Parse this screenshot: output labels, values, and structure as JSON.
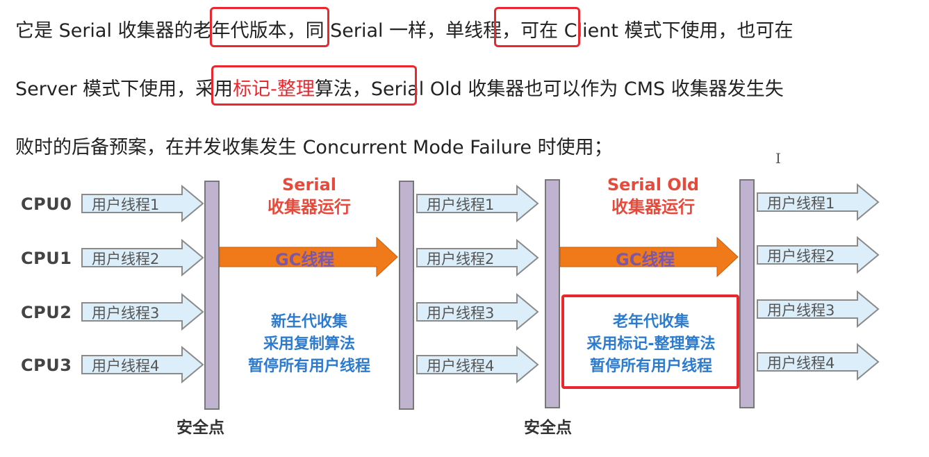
{
  "paragraph": {
    "line1": {
      "p1": "它是 Serial 收集器的",
      "hl1": "老年代版本",
      "p2": "，同 Serial 一样，",
      "hl2": "单线程",
      "p3": "，可在 Client 模式下使用，也可在"
    },
    "line2": {
      "p1": "Server 模式下使用，",
      "hl_black1": "采用",
      "hl_red": "标记-整理",
      "hl_black2": "算法",
      "hl_comma": "，",
      "p2": "Serial Old 收集器也可以作为 CMS  收集器发生失"
    },
    "line3": "败时的后备预案，在并发收集发生 Concurrent Mode Failure 时使用；"
  },
  "cursor_glyph": "I",
  "diagram": {
    "cpus": [
      "CPU0",
      "CPU1",
      "CPU2",
      "CPU3"
    ],
    "threads": [
      "用户线程1",
      "用户线程2",
      "用户线程3",
      "用户线程4"
    ],
    "gc_label": "GC线程",
    "safepoint_label": "安全点",
    "serial": {
      "title1": "Serial",
      "title2": "收集器运行",
      "desc1": "新生代收集",
      "desc2": "采用复制算法",
      "desc3": "暂停所有用户线程"
    },
    "serial_old": {
      "title1": "Serial Old",
      "title2": "收集器运行",
      "desc1": "老年代收集",
      "desc2": "采用标记-整理算法",
      "desc3": "暂停所有用户线程"
    }
  },
  "colors": {
    "highlight_red": "#e8282e",
    "gc_arrow": "#f07a1a",
    "title_red": "#e64a3b",
    "desc_blue": "#2c7bcf",
    "safepoint_bar": "#bfb3cf",
    "thread_arrow": "#dceef9"
  }
}
